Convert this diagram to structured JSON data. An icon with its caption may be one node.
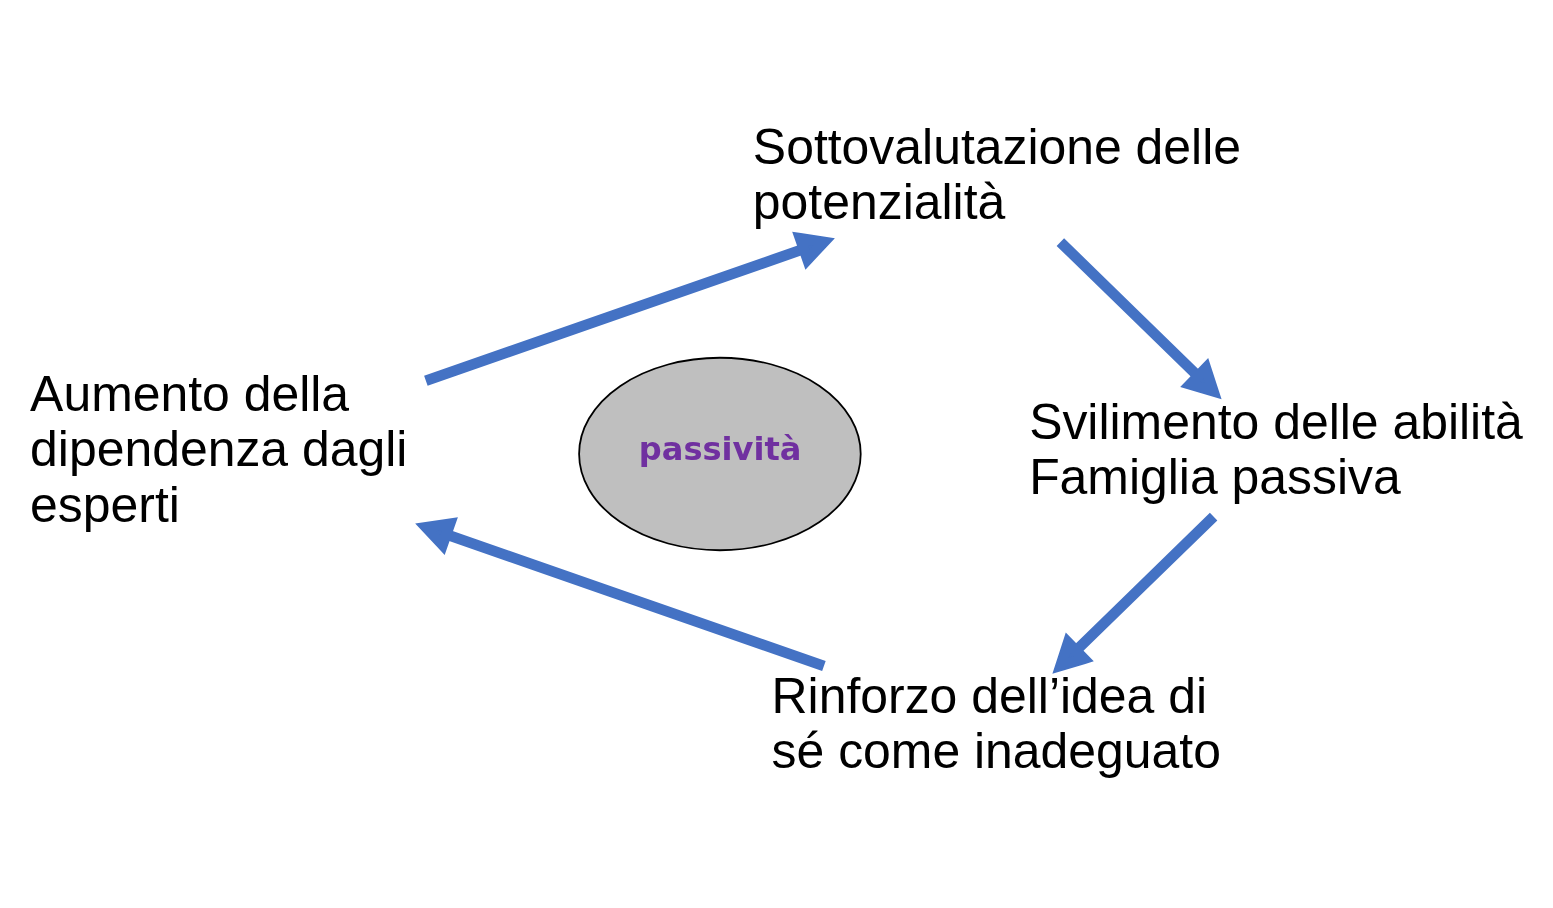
{
  "diagram": {
    "nodes": [
      {
        "text": [
          "Sottovalutazione delle potenzialità"
        ]
      },
      {
        "text": [
          "Svilimento delle abilità",
          "Famiglia passiva"
        ]
      },
      {
        "text": [
          "Rinforzo dell’idea di sé come inadeguato"
        ]
      },
      {
        "text": [
          "Aumento della dipendenza dagli esperti"
        ]
      },
      {
        "text": [
          "passività"
        ]
      }
    ],
    "edges": [
      {
        "from": 0,
        "to": 1,
        "arrow": "to"
      },
      {
        "from": 1,
        "to": 2,
        "arrow": "to"
      },
      {
        "from": 2,
        "to": 3,
        "arrow": "to"
      },
      {
        "from": 3,
        "to": 0,
        "arrow": "to"
      }
    ]
  }
}
